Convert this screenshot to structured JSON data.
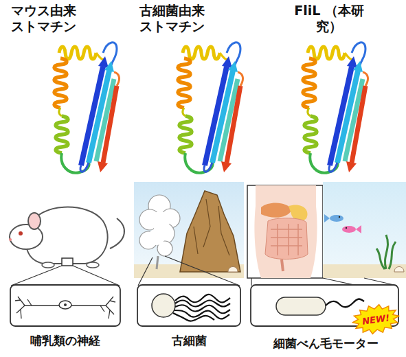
{
  "diagram": {
    "nodes": [
      {
        "text": [
          "NEW!"
        ]
      }
    ],
    "labels": [
      "マウス由来 ストマチン",
      "古細菌由来 ストマチン",
      "FliL （本研究）",
      "哺乳類の神経",
      "古細菌",
      "細菌べん毛モーター"
    ]
  }
}
